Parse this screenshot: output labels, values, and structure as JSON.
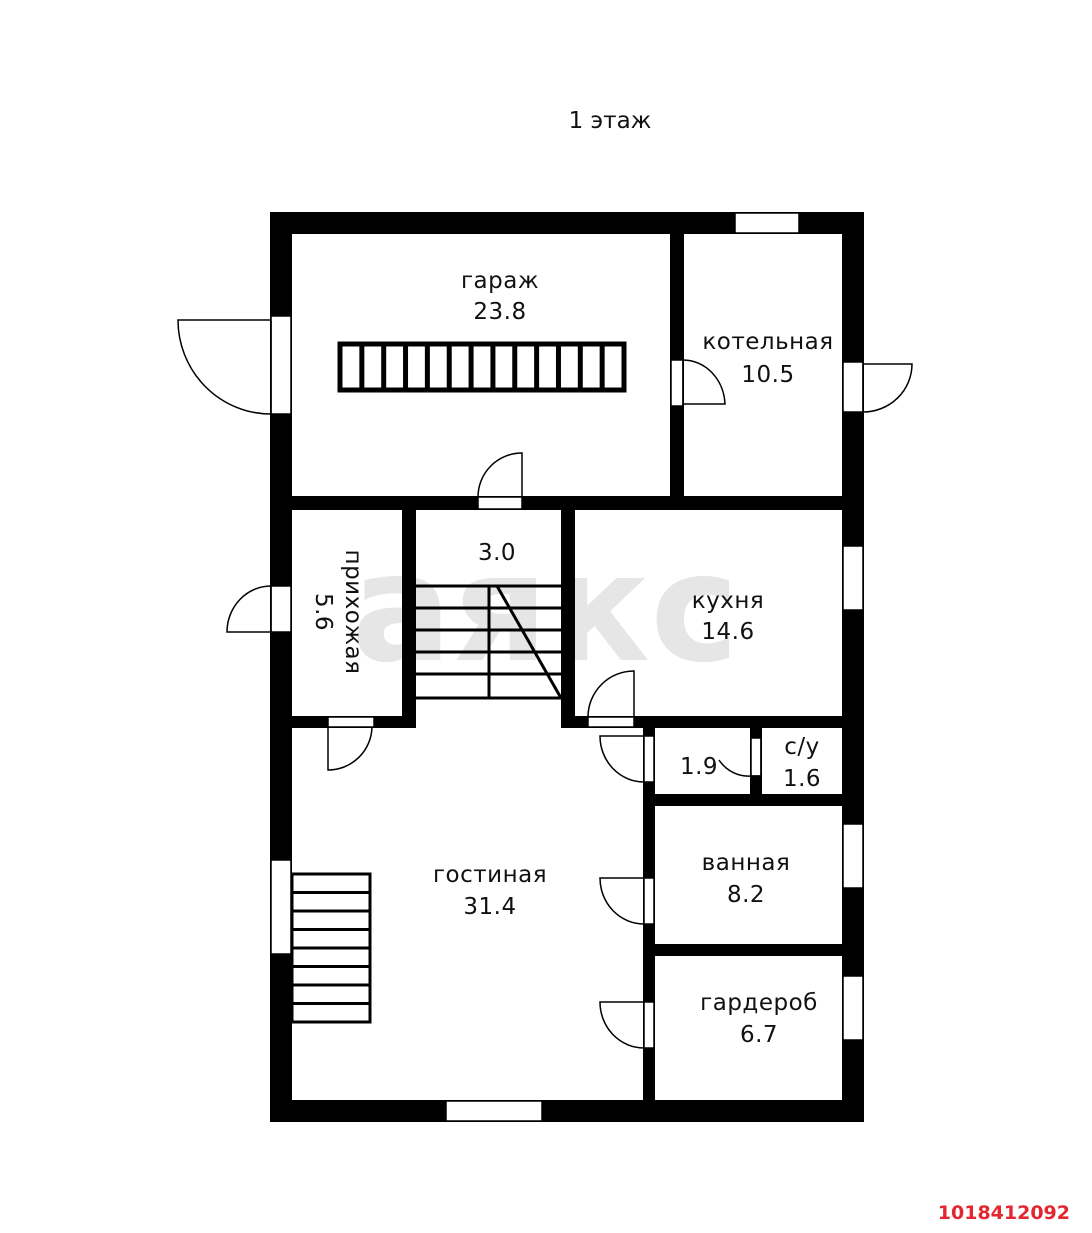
{
  "floor_title": "1 этаж",
  "watermark": "аякс",
  "listing_id": "1018412092",
  "colors": {
    "wall": "#000000",
    "background": "#ffffff",
    "watermark": "#e6e6e6",
    "listing_id": "#e3262f"
  },
  "rooms": {
    "garage": {
      "name": "гараж",
      "area": "23.8"
    },
    "boiler": {
      "name": "котельная",
      "area": "10.5"
    },
    "hall": {
      "name": "прихожая",
      "area": "5.6"
    },
    "stair": {
      "area": "3.0"
    },
    "kitchen": {
      "name": "кухня",
      "area": "14.6"
    },
    "small": {
      "area": "1.9"
    },
    "wc": {
      "name": "с/у",
      "area": "1.6"
    },
    "living": {
      "name": "гостиная",
      "area": "31.4"
    },
    "bath": {
      "name": "ванная",
      "area": "8.2"
    },
    "wardrobe": {
      "name": "гардероб",
      "area": "6.7"
    }
  }
}
